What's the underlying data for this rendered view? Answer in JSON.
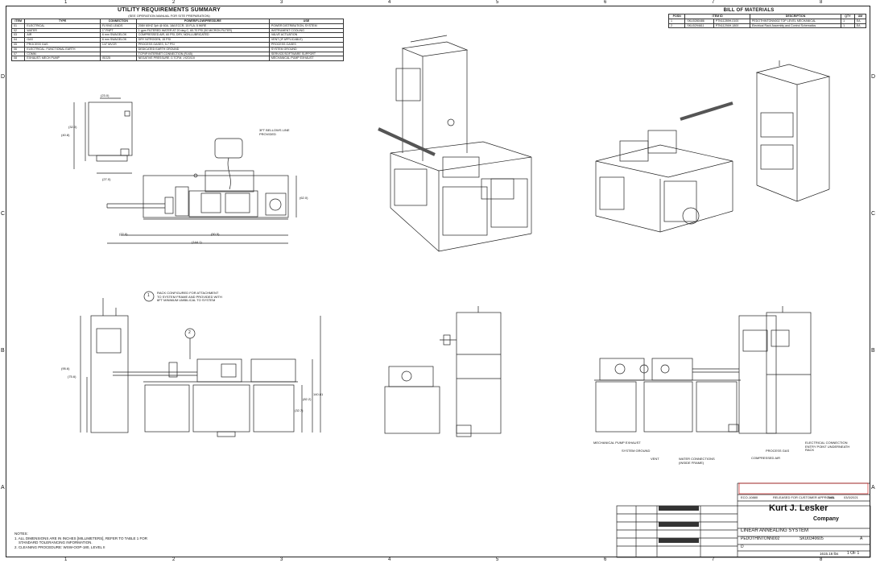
{
  "zones": {
    "columns": [
      "1",
      "2",
      "3",
      "4",
      "5",
      "6",
      "7",
      "8"
    ],
    "rows": [
      "D",
      "C",
      "B",
      "A"
    ]
  },
  "utility": {
    "title": "UTILITY REQUIREMENTS SUMMARY",
    "subtitle": "(SEE OPERATION MANUAL FOR SITE PREPARATION)",
    "headers": [
      "ITEM",
      "TYPE",
      "CONNECTION",
      "POWER/FLOW/PRESSURE",
      "USE"
    ],
    "rows": [
      [
        "01",
        "ELECTRICAL",
        "FLYING LEADS",
        "208V 60HZ 3ph @ 60A, 18A ECCR, 15 FLA, 5 WIRE",
        "POWER DISTRIBUTION, SYSTEM"
      ],
      [
        "02",
        "WATER",
        "1\" FNPT",
        "1 gpm FILTERED WATER AT 20 deg C, 60-70 PSI (50 MICRON FILTER)",
        "INSTRUMENT COOLING"
      ],
      [
        "03",
        "AIR",
        "6 mm SWAGELOK",
        "COMPRESSED AIR, 60 PSI, DRY, NON-LUBRICATED",
        "VALVE ACTUATION"
      ],
      [
        "04",
        "GAS",
        "6 mm SWAGELOK",
        "DRY NITROGEN, 15 PSI",
        "VENT (IF APPLICABLE)"
      ],
      [
        "05",
        "PROCESS GAS",
        "1/4\" MVCR",
        "PROCESS GASES, 5-7 PSI",
        "PROCESS GASES"
      ],
      [
        "06",
        "ELECTRICAL, FUNCTIONAL EARTH",
        "",
        "DEDICATED EARTH GROUND",
        "SYSTEM GROUND"
      ],
      [
        "07",
        "COMM.",
        "",
        "TCP/IP INTERNET CONNECTION (RJ45)",
        "SERVICE/SOFTWARE SUPPORT"
      ],
      [
        "08",
        "EXHAUST, MECH PUMP",
        "ISO25",
        "NEGATIVE PRESSURE, 0.7CFM, -H2O/10I",
        "MECHANICAL PUMP EXHAUST"
      ]
    ]
  },
  "bom": {
    "title": "BILL OF MATERIALS",
    "headers": [
      "POSN",
      "ITEM ID",
      "DESCRIPTION",
      "QTY",
      "UM"
    ],
    "rows": [
      [
        "1",
        "SKU0280486",
        "PTN11289H-0100",
        "PEDOTHINTONN002 TOP LEVEL MECHANICAL",
        "1",
        "EA"
      ],
      [
        "2",
        "SKU0294611",
        "PTN11294H-1800",
        "Electrical Rack Assembly and Control Schematics",
        "1",
        "EA"
      ]
    ]
  },
  "dims": {
    "d1": "(23.0)",
    "d2": "(32.0)",
    "d3": "(40.8)",
    "d4": "(27.0)",
    "d5": "(22.0)",
    "d6": "(50.5)",
    "d7": "(144.1)",
    "d8": "(62.0)",
    "d9": "(95.6)",
    "d10": "(75.6)",
    "d11": "(82.2)",
    "d12": "(32.7)",
    "d13": "140.81"
  },
  "labels": {
    "bellows": "3FT BELLOWS LINE\nPROVIDED",
    "rack": "RACK CONFIGURED FOR ATTACHMENT\nTO SYSTEM FRAME AND PROVIDED WITH\n6FT MINIMUM UMBILICAL TO SYSTEM",
    "callout1": "1",
    "callout2": "2",
    "mech_exhaust": "MECHANICAL PUMP EXHAUST",
    "system_ground": "SYSTEM GROUND",
    "vent": "VENT",
    "water": "WATER CONNECTIONS\n(INSIDE FRAME)",
    "compressed_air": "COMPRESSED AIR",
    "process_gas": "PROCESS GAS",
    "elec": "ELECTRICAL CONNECTION\nENTRY POINT UNDERNEATH\nRACK"
  },
  "notes": {
    "heading": "NOTES:",
    "items": [
      "1. ALL DIMENSIONS ARE IN INCHES [MILLIMETERS], REFER TO TABLE 1 FOR",
      "    STANDARD TOLERANCING INFORMATION.",
      "2. CLEANING PROCEDURE: WSW-OOP-180, LEVEL II"
    ]
  },
  "titleblock": {
    "company": "Kurt J. Lesker",
    "company2": "Company",
    "title": "LINEAR ANNEALING SYSTEM",
    "drawing_no": "PEDOTHINTONN002",
    "sku": "SKU0340605",
    "rev": "A",
    "sheet": "1 OF 1",
    "weight": "1615.16 lbs",
    "rev_entry": "ECO-10880",
    "rev_desc": "RELEASED FOR CUSTOMER APPROVAL",
    "rev_by": "SAB",
    "rev_date": "03/3/2021",
    "size": "D"
  },
  "colors": {
    "line": "#222222",
    "warning": "#cc0000"
  }
}
